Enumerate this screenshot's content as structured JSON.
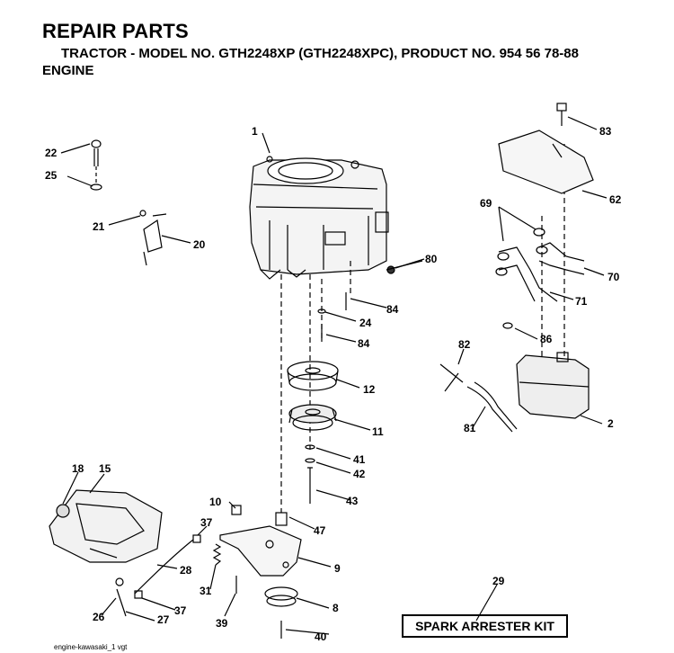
{
  "header": {
    "title": "REPAIR PARTS",
    "subtitle": "TRACTOR - MODEL NO. GTH2248XP (GTH2248XPC), PRODUCT NO. 954 56 78-88",
    "section": "ENGINE"
  },
  "callouts": [
    "1",
    "2",
    "8",
    "9",
    "10",
    "11",
    "12",
    "15",
    "18",
    "20",
    "21",
    "22",
    "24",
    "25",
    "26",
    "27",
    "28",
    "29",
    "31",
    "37",
    "37",
    "39",
    "40",
    "41",
    "42",
    "43",
    "47",
    "62",
    "69",
    "70",
    "71",
    "80",
    "81",
    "82",
    "83",
    "84",
    "84",
    "86"
  ],
  "kit_label": "SPARK ARRESTER KIT",
  "footer": "engine-kawasaki_1 vgt"
}
